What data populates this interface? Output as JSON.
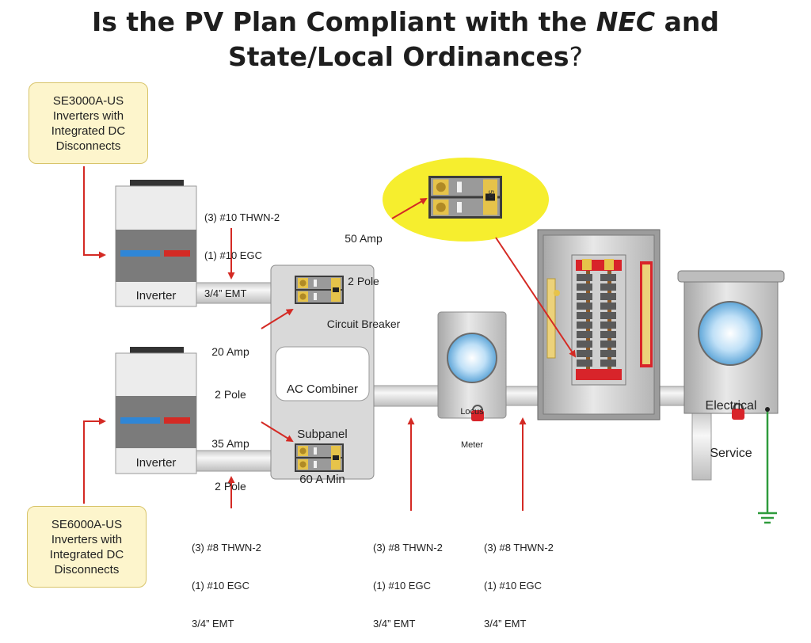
{
  "title": {
    "line1_prefix": "Is the PV Plan Compliant with the ",
    "line1_italic": "NEC",
    "line1_suffix": " and",
    "line2": "State/Local Ordinances",
    "line2_mark": "?"
  },
  "callouts": {
    "top": [
      "SE3000A-US",
      "Inverters with",
      "Integrated DC",
      "Disconnects"
    ],
    "bottom": [
      "SE6000A-US",
      "Inverters with",
      "Integrated DC",
      "Disconnects"
    ]
  },
  "inverters": {
    "top_label": "Inverter",
    "bottom_label": "Inverter"
  },
  "combiner": {
    "lines": [
      "AC Combiner",
      "Subpanel",
      "60 A Min"
    ]
  },
  "meter": {
    "lines": [
      "Locus",
      "Meter"
    ]
  },
  "service": {
    "lines": [
      "Electrical",
      "Service"
    ]
  },
  "breakers": {
    "top_combiner": [
      "20 Amp",
      "2 Pole"
    ],
    "bottom_combiner": [
      "35 Amp",
      "2 Pole"
    ],
    "main": [
      "50 Amp",
      "2 Pole",
      "Circuit Breaker"
    ],
    "main_marking": "50"
  },
  "wire_specs": {
    "top_inverter": [
      "(3) #10 THWN-2",
      "(1) #10 EGC",
      "3/4” EMT"
    ],
    "bottom_inverter": [
      "(3) #8 THWN-2",
      "(1) #10 EGC",
      "3/4” EMT"
    ],
    "combiner_to_meter": [
      "(3) #8 THWN-2",
      "(1) #10 EGC",
      "3/4” EMT"
    ],
    "meter_to_panel": [
      "(3) #8 THWN-2",
      "(1) #10 EGC",
      "3/4” EMT"
    ]
  },
  "colors": {
    "arrow": "#d42a24",
    "callout_fill": "#fdf5cc",
    "highlight": "#f6ee2e",
    "ground": "#2e9b3c",
    "breaker_red": "#d8242a"
  }
}
